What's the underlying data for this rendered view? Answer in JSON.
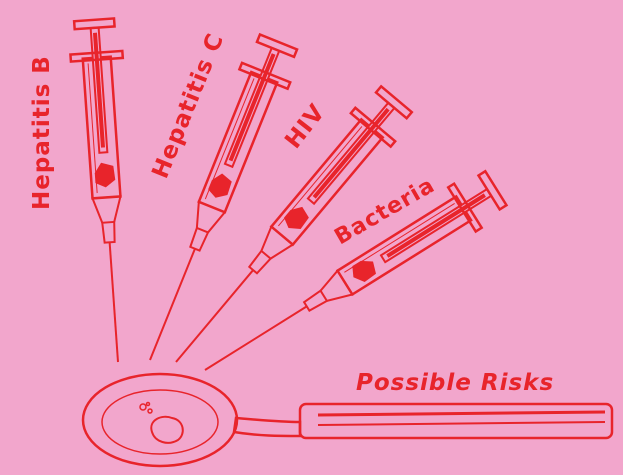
{
  "labels": {
    "hep_b": "Hepatitis B",
    "hep_c": "Hepatitis C",
    "hiv": "HIV",
    "bacteria": "Bacteria",
    "possible_risks": "Possible Risks"
  },
  "colors": {
    "background": "#f2a6cc",
    "ink": "#e8242b"
  }
}
